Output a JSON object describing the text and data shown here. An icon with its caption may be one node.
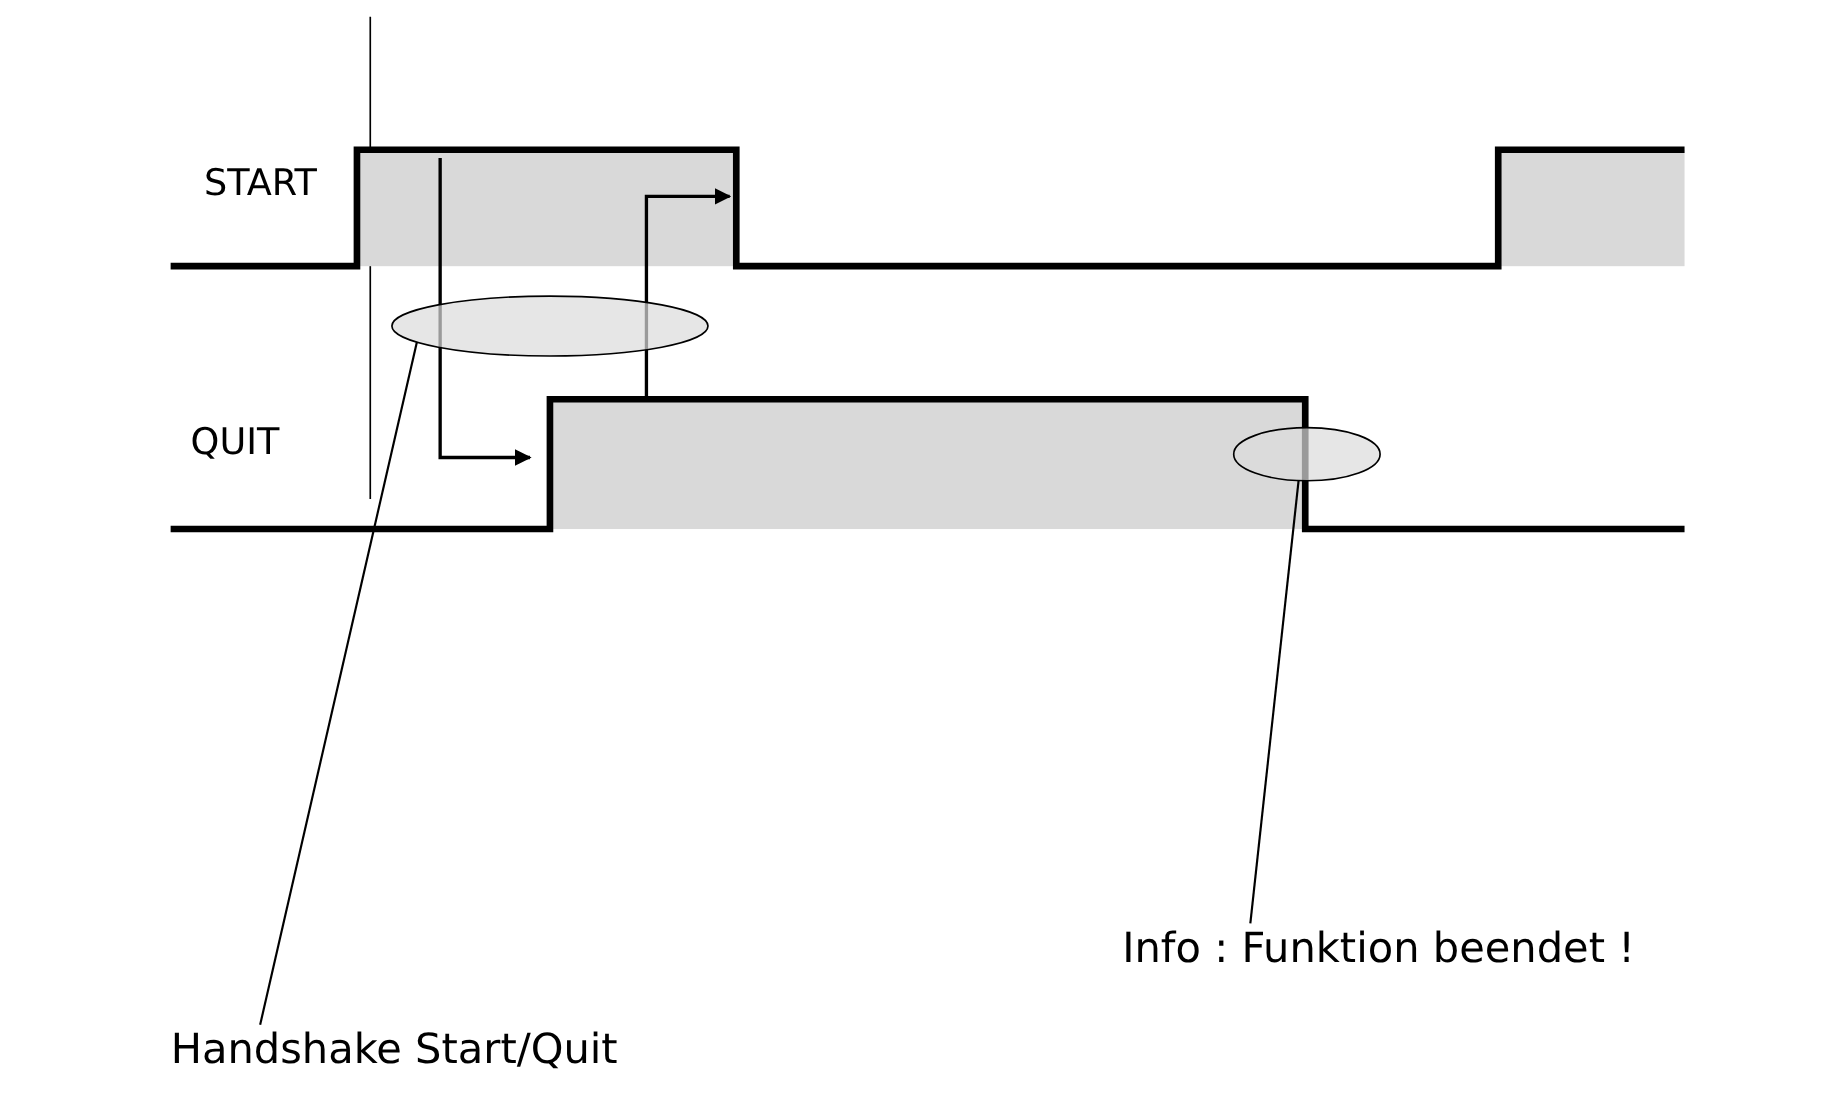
{
  "diagram": {
    "nodes": [
      {
        "text": [],
        "shape": "ellipse"
      },
      {
        "text": [],
        "shape": "ellipse"
      },
      {
        "text": [
          "Info : Funktion beendet !"
        ]
      },
      {
        "text": [
          "Handshake Start/Quit"
        ]
      }
    ],
    "edges": [
      {
        "from": 3,
        "to": 0,
        "arrow": "none"
      },
      {
        "from": 2,
        "to": 1,
        "arrow": "none"
      }
    ],
    "labels": [
      "START",
      "QUIT"
    ]
  }
}
